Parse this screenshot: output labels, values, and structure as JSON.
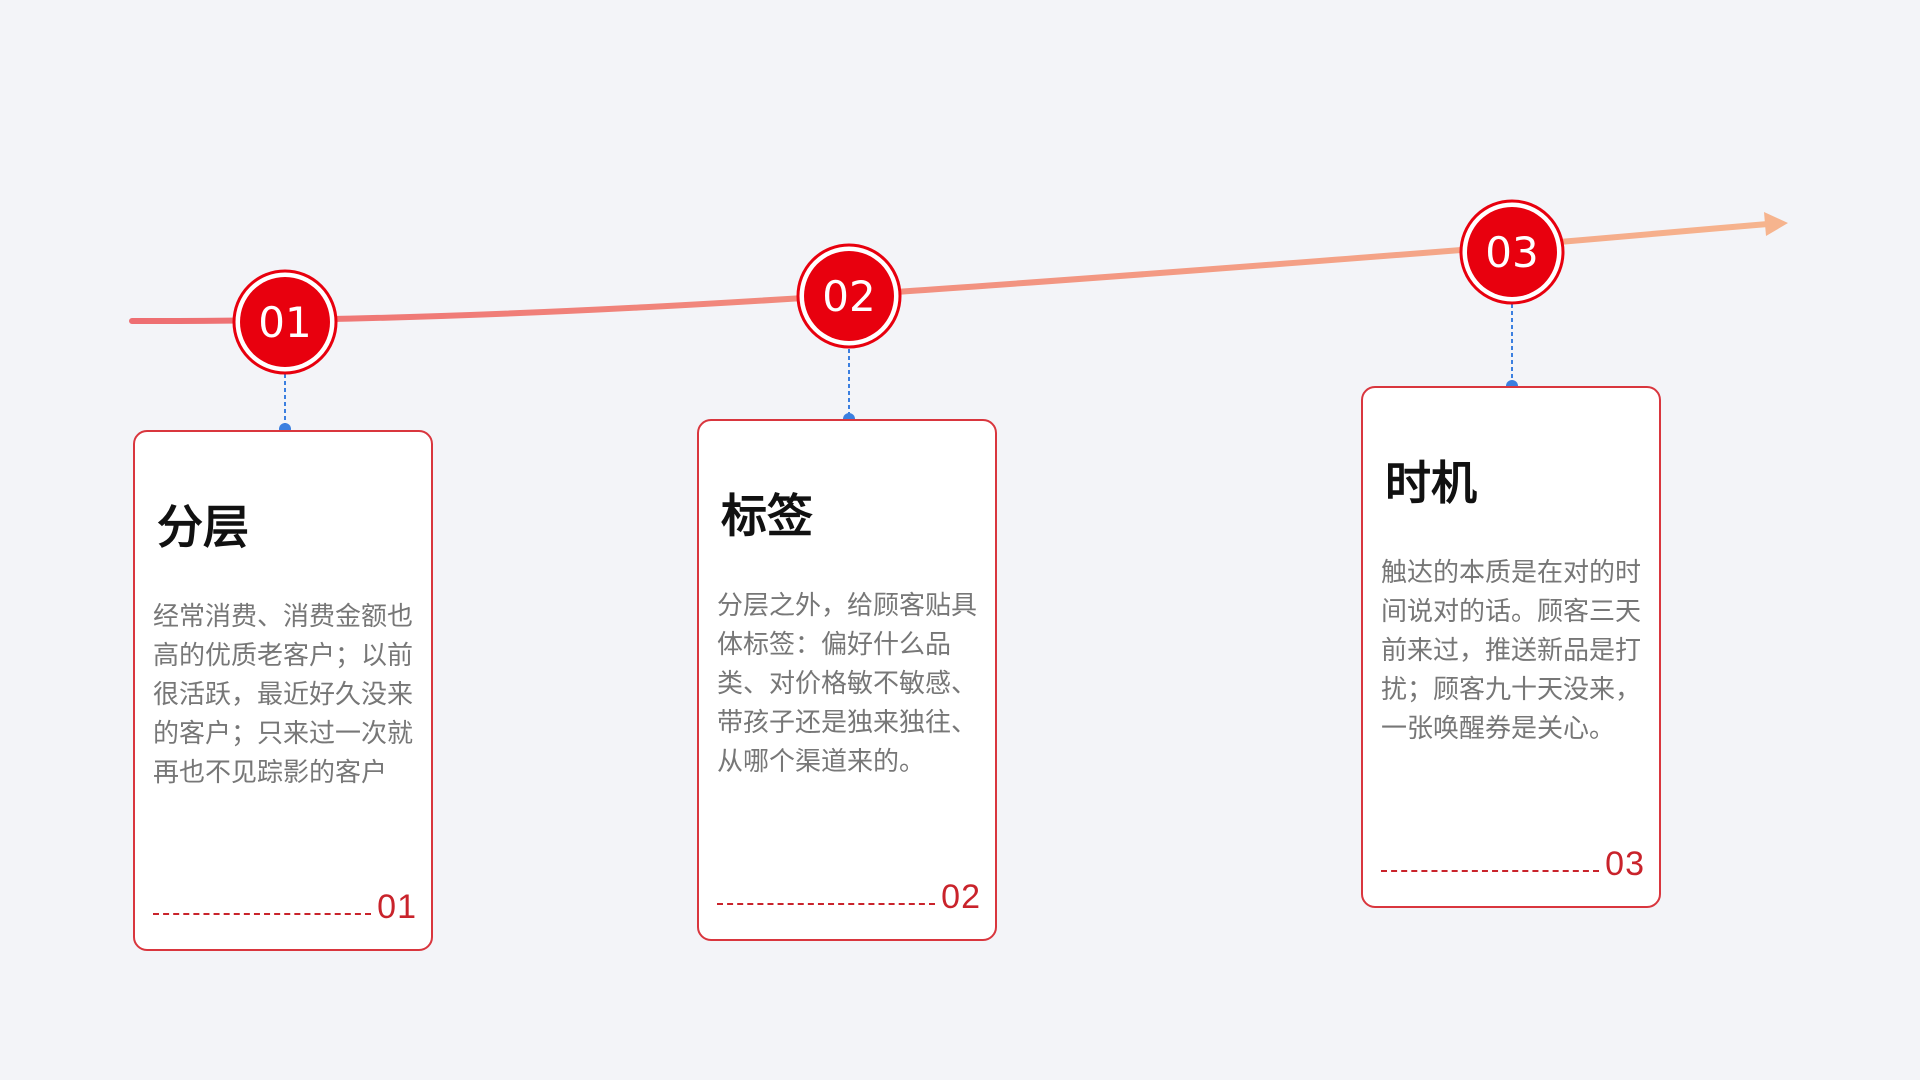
{
  "colors": {
    "background": "#f3f4f8",
    "accent_red": "#e8000e",
    "card_border": "#d9363e",
    "connector_blue": "#3b7fe0",
    "arrow_start": "#ee6e72",
    "arrow_end": "#f6b48e"
  },
  "steps": [
    {
      "marker": "01",
      "title": "分层",
      "body": "经常消费、消费金额也高的优质老客户；以前很活跃，最近好久没来的客户；只来过一次就再也不见踪影的客户",
      "footer_number": "01"
    },
    {
      "marker": "02",
      "title": "标签",
      "body": "分层之外，给顾客贴具体标签：偏好什么品类、对价格敏不敏感、带孩子还是独来独往、从哪个渠道来的。",
      "footer_number": "02"
    },
    {
      "marker": "03",
      "title": "时机",
      "body": "触达的本质是在对的时间说对的话。顾客三天前来过，推送新品是打扰；顾客九十天没来，一张唤醒券是关心。",
      "footer_number": "03"
    }
  ]
}
